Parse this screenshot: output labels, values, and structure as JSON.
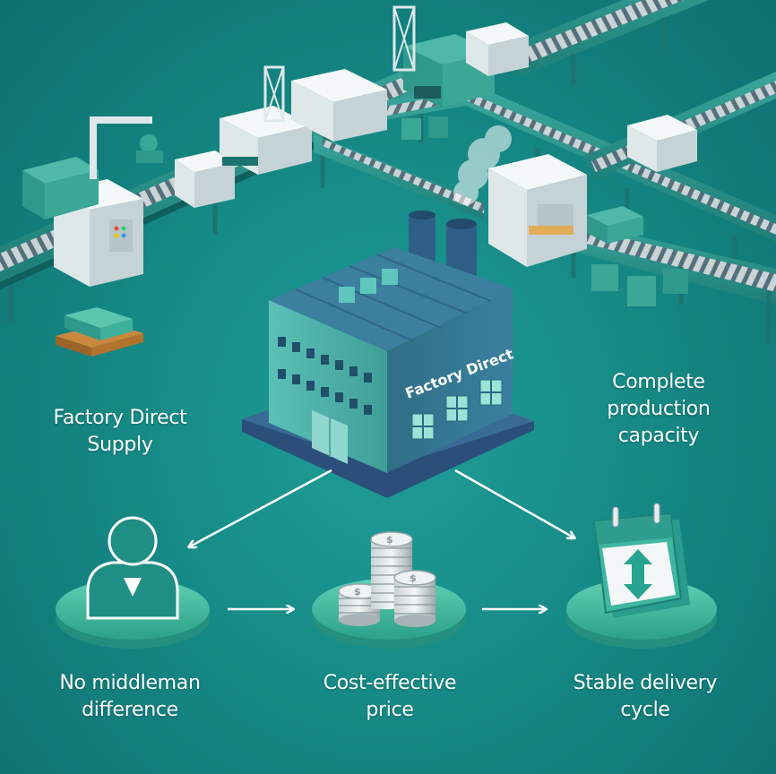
{
  "factory": {
    "sign": "Factory Direct"
  },
  "labels": {
    "factory_direct_supply": [
      "Factory Direct",
      "Supply"
    ],
    "complete_production_capacity": [
      "Complete",
      "production",
      "capacity"
    ],
    "no_middleman_difference": [
      "No middleman",
      "difference"
    ],
    "cost_effective_price": [
      "Cost-effective",
      "price"
    ],
    "stable_delivery_cycle": [
      "Stable delivery",
      "cycle"
    ]
  },
  "colors": {
    "background": "#168a86",
    "machine_body": "#e9f1f1",
    "accent_teal": "#2fb39f",
    "factory_wall": "#4fb2aa",
    "factory_roof": "#3b6f8e",
    "chimney": "#2f5f86",
    "pedestal": "#4cc0a6",
    "text": "#ffffff"
  },
  "icons": [
    "factory-icon",
    "person-icon",
    "coins-icon",
    "calendar-icon",
    "up-down-arrows-icon"
  ]
}
